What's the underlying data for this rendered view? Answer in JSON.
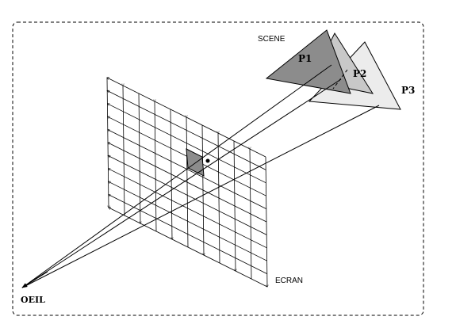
{
  "labels": {
    "scene": "SCENE",
    "p1": "P1",
    "p2": "P2",
    "p3": "P3",
    "screen": "ECRAN",
    "eye": "OEIL"
  },
  "colors": {
    "ink": "#000000",
    "p1_fill": "#8c8c8c",
    "p2_fill": "#c8c8c8",
    "p3_fill": "#ececec",
    "pixel_fill": "#8c8c8c",
    "background": "#ffffff"
  }
}
